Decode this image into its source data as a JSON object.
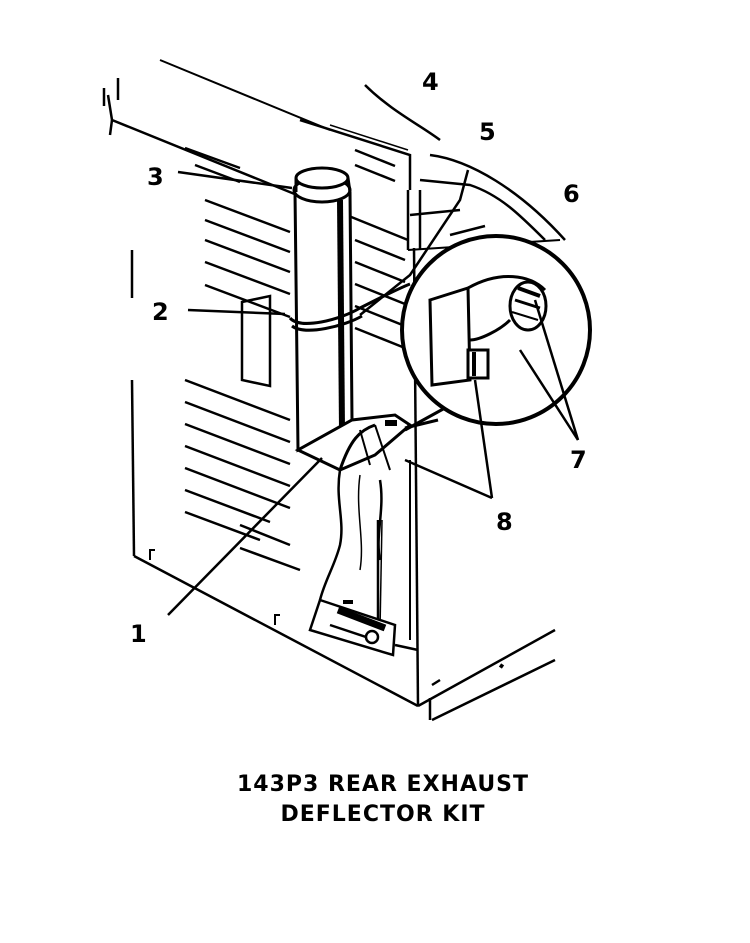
{
  "diagram": {
    "callouts": [
      {
        "id": "1",
        "label": "1"
      },
      {
        "id": "2",
        "label": "2"
      },
      {
        "id": "3",
        "label": "3"
      },
      {
        "id": "4",
        "label": "4"
      },
      {
        "id": "5",
        "label": "5"
      },
      {
        "id": "6",
        "label": "6"
      },
      {
        "id": "7",
        "label": "7"
      },
      {
        "id": "8",
        "label": "8"
      }
    ],
    "caption_line_1": "143P3 REAR EXHAUST",
    "caption_line_2": "DEFLECTOR KIT"
  },
  "colors": {
    "ink": "#000000",
    "background": "#ffffff",
    "shade": "#d8d8d8"
  }
}
